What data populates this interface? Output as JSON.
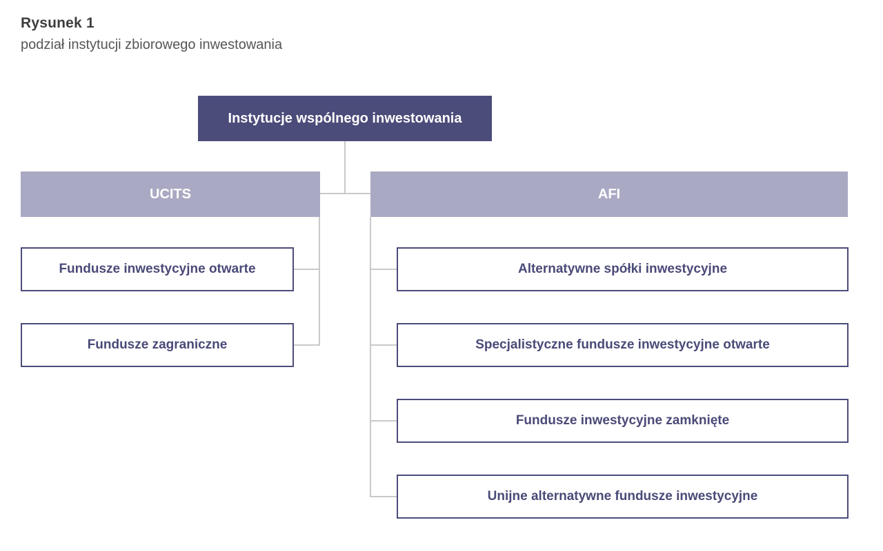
{
  "figure": {
    "label": "Rysunek 1",
    "caption": "podział instytucji zbiorowego inwestowania"
  },
  "diagram": {
    "root": {
      "label": "Instytucje wspólnego inwestowania"
    },
    "branches": [
      {
        "label": "UCITS",
        "children": [
          {
            "label": "Fundusze inwestycyjne otwarte"
          },
          {
            "label": "Fundusze zagraniczne"
          }
        ]
      },
      {
        "label": "AFI",
        "children": [
          {
            "label": "Alternatywne spółki inwestycyjne"
          },
          {
            "label": "Specjalistyczne fundusze inwestycyjne otwarte"
          },
          {
            "label": "Fundusze inwestycyjne zamknięte"
          },
          {
            "label": "Unijne alternatywne fundusze inwestycyjne"
          }
        ]
      }
    ],
    "colors": {
      "root_fill": "#4c4c7b",
      "branch_fill": "#a9a9c3",
      "box_border": "#4b4b7a",
      "box_text": "#4a4a78",
      "connector": "#c9c9c9",
      "header_text": "#ffffff",
      "title_text": "#3d3d3d",
      "caption_text": "#555555"
    }
  }
}
